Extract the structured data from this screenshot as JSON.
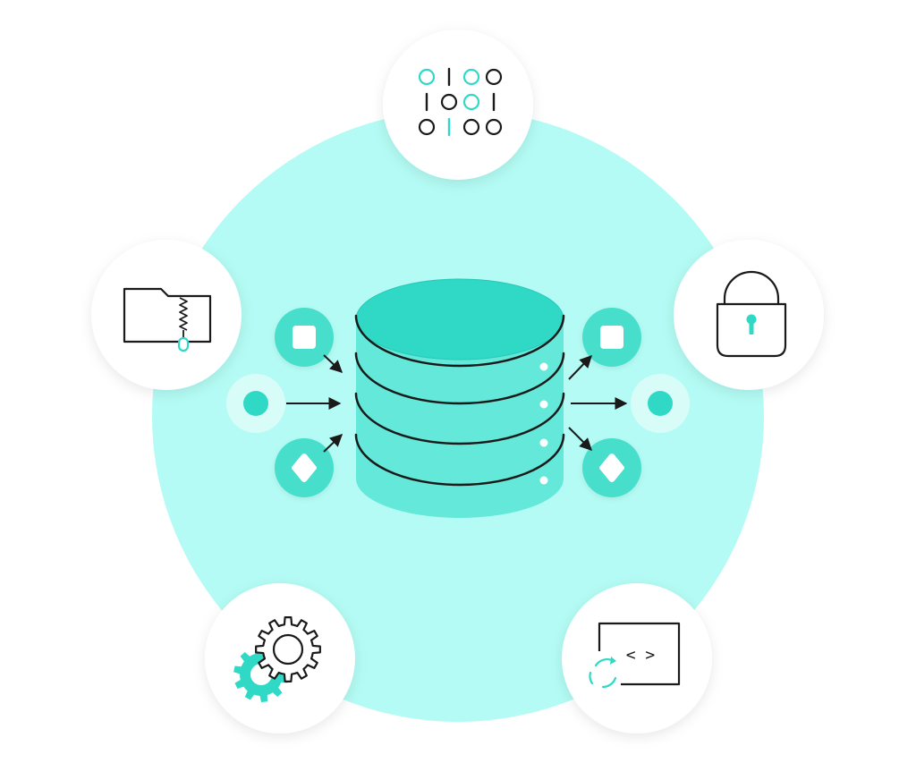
{
  "colors": {
    "background": "#ffffff",
    "halo": "#b3fbf4",
    "accent": "#2fd9c6",
    "accent_light": "#63e8d9",
    "accent_mid": "#46dfcc",
    "accent_dark": "#26c9b6",
    "ink": "#1a1a1a",
    "badge": "#ffffff"
  },
  "diagram": {
    "center": "database-icon",
    "satellites": [
      "binary-data-icon",
      "padlock-icon",
      "terminal-code-icon",
      "gears-icon",
      "zipped-folder-icon"
    ],
    "inputs": [
      "square-token",
      "circle-token",
      "diamond-token"
    ],
    "outputs": [
      "square-token",
      "circle-token",
      "diamond-token"
    ]
  },
  "binary_grid": [
    [
      "0",
      "1",
      "0",
      "0"
    ],
    [
      "1",
      "0",
      "0",
      "1"
    ],
    [
      "0",
      "1",
      "0",
      "0"
    ]
  ],
  "binary_highlight": [
    [
      true,
      false,
      true,
      false
    ],
    [
      false,
      false,
      true,
      false
    ],
    [
      false,
      true,
      false,
      false
    ]
  ],
  "code_symbol": "< >"
}
